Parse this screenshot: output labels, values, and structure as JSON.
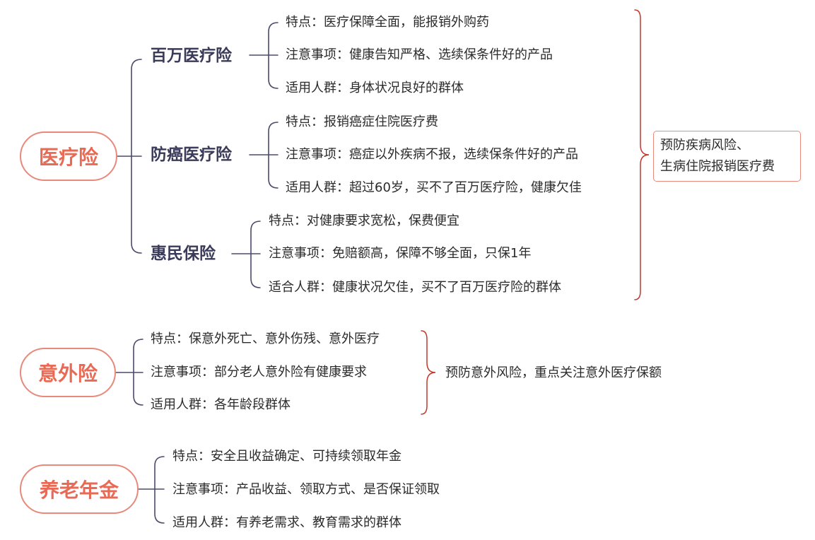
{
  "colors": {
    "accent": "#e86a55",
    "border": "#e8897b",
    "connector": "#4a4a6a",
    "brace": "#c0392b"
  },
  "medical": {
    "title": "医疗险",
    "summary_line1": "预防疾病风险、",
    "summary_line2": "生病住院报销医疗费",
    "branches": [
      {
        "title": "百万医疗险",
        "items": [
          "特点：医疗保障全面，能报销外购药",
          "注意事项：健康告知严格、选续保条件好的产品",
          "适用人群：身体状况良好的群体"
        ]
      },
      {
        "title": "防癌医疗险",
        "items": [
          "特点：报销癌症住院医疗费",
          "注意事项：癌症以外疾病不报，选续保条件好的产品",
          "适用人群：超过60岁，买不了百万医疗险，健康欠佳"
        ]
      },
      {
        "title": "惠民保险",
        "items": [
          "特点：对健康要求宽松，保费便宜",
          "注意事项：免赔额高，保障不够全面，只保1年",
          "适合人群：健康状况欠佳，买不了百万医疗险的群体"
        ]
      }
    ]
  },
  "accident": {
    "title": "意外险",
    "summary": "预防意外风险，重点关注意外医疗保额",
    "items": [
      "特点：保意外死亡、意外伤残、意外医疗",
      "注意事项：部分老人意外险有健康要求",
      "适用人群：各年龄段群体"
    ]
  },
  "pension": {
    "title": "养老年金",
    "items": [
      "特点：安全且收益确定、可持续领取年金",
      "注意事项：产品收益、领取方式、是否保证领取",
      "适用人群：有养老需求、教育需求的群体"
    ]
  }
}
